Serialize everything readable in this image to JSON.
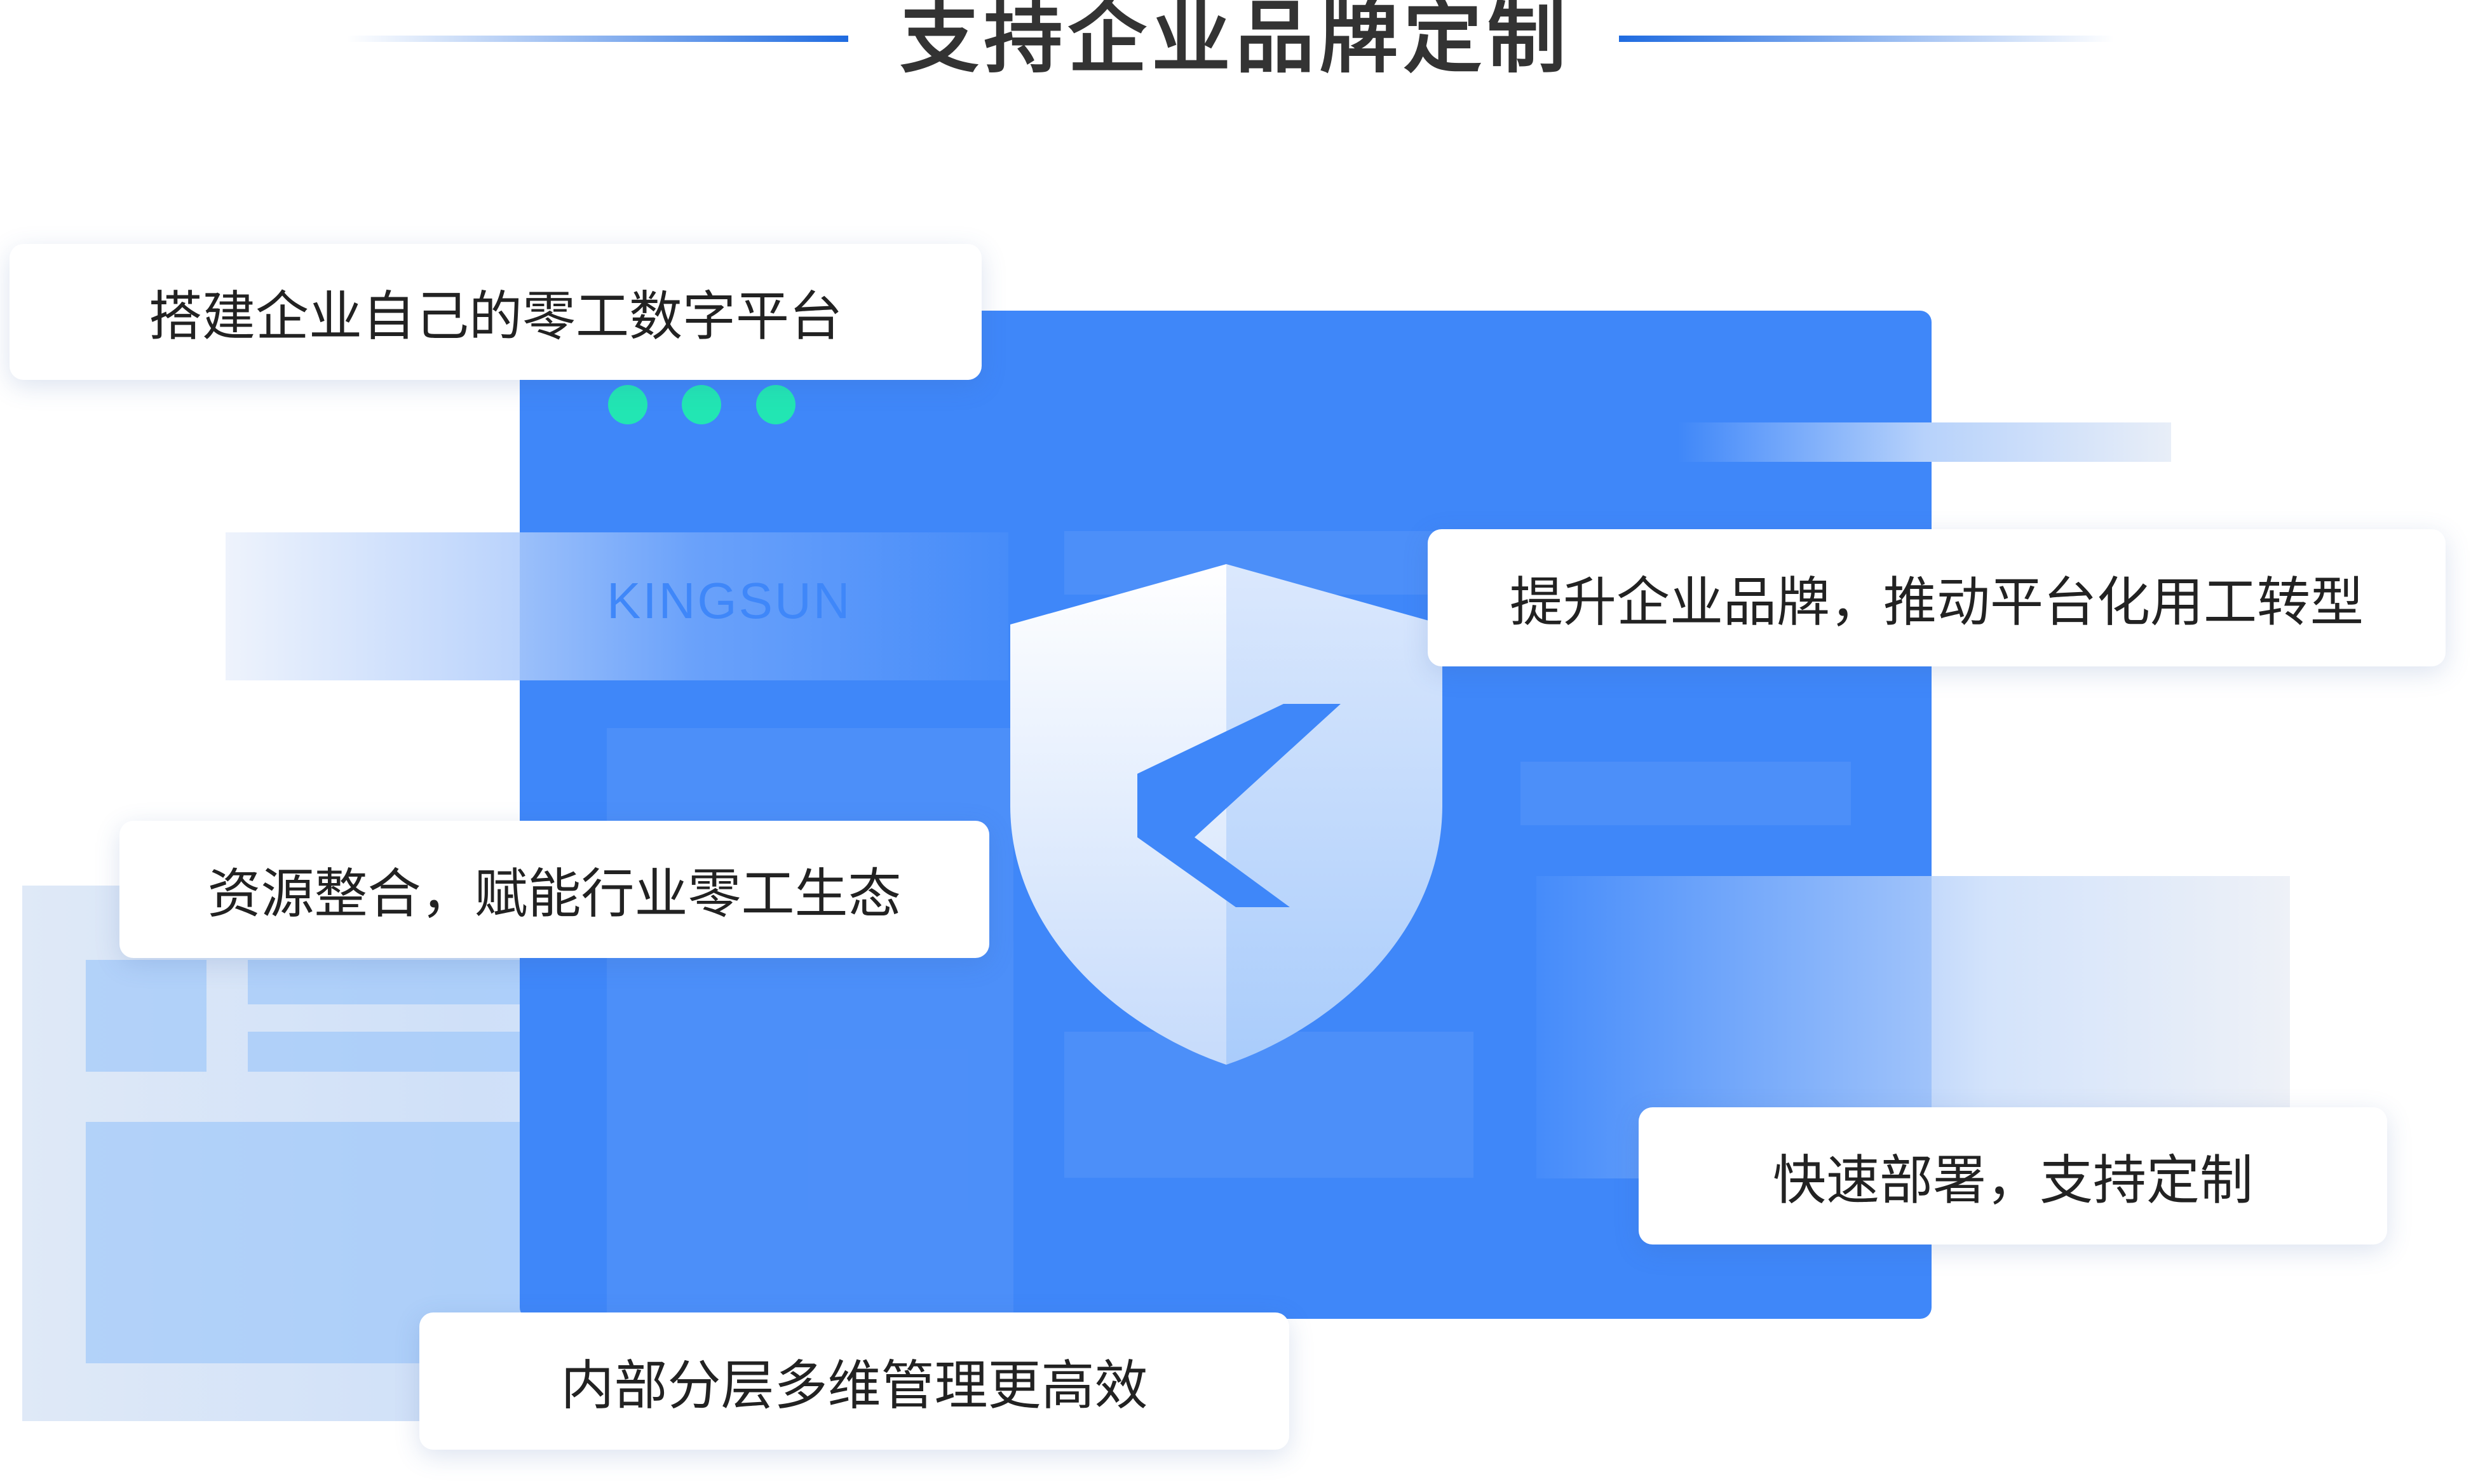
{
  "title": "支持企业品牌定制",
  "brand": "KINGSUN",
  "features": [
    "搭建企业自己的零工数字平台",
    "提升企业品牌，推动平台化用工转型",
    "资源整合，赋能行业零工生态",
    "快速部署，支持定制",
    "内部分层多维管理更高效"
  ],
  "colors": {
    "accent": "#3f87f9",
    "dots": "#22e6b3",
    "title": "#333333"
  }
}
